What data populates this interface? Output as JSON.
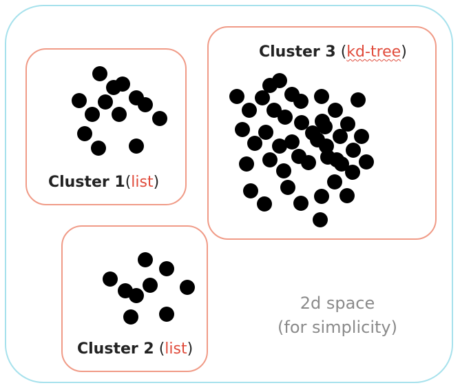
{
  "space_note_line1": "2d space",
  "space_note_line2": "(for simplicity)",
  "clusters": [
    {
      "name": "Cluster 1",
      "structure": "list",
      "open": "(",
      "close": ")"
    },
    {
      "name": "Cluster 2",
      "structure": "list",
      "open": "(",
      "close": ")"
    },
    {
      "name": "Cluster 3",
      "structure": "kd-tree",
      "open": "(",
      "close": ")"
    }
  ],
  "colors": {
    "space_border": "#a6e1ec",
    "cluster_border": "#f09a86",
    "structure_text": "#e04a3a",
    "point": "#000000",
    "note_text": "#8a8a8a"
  }
}
